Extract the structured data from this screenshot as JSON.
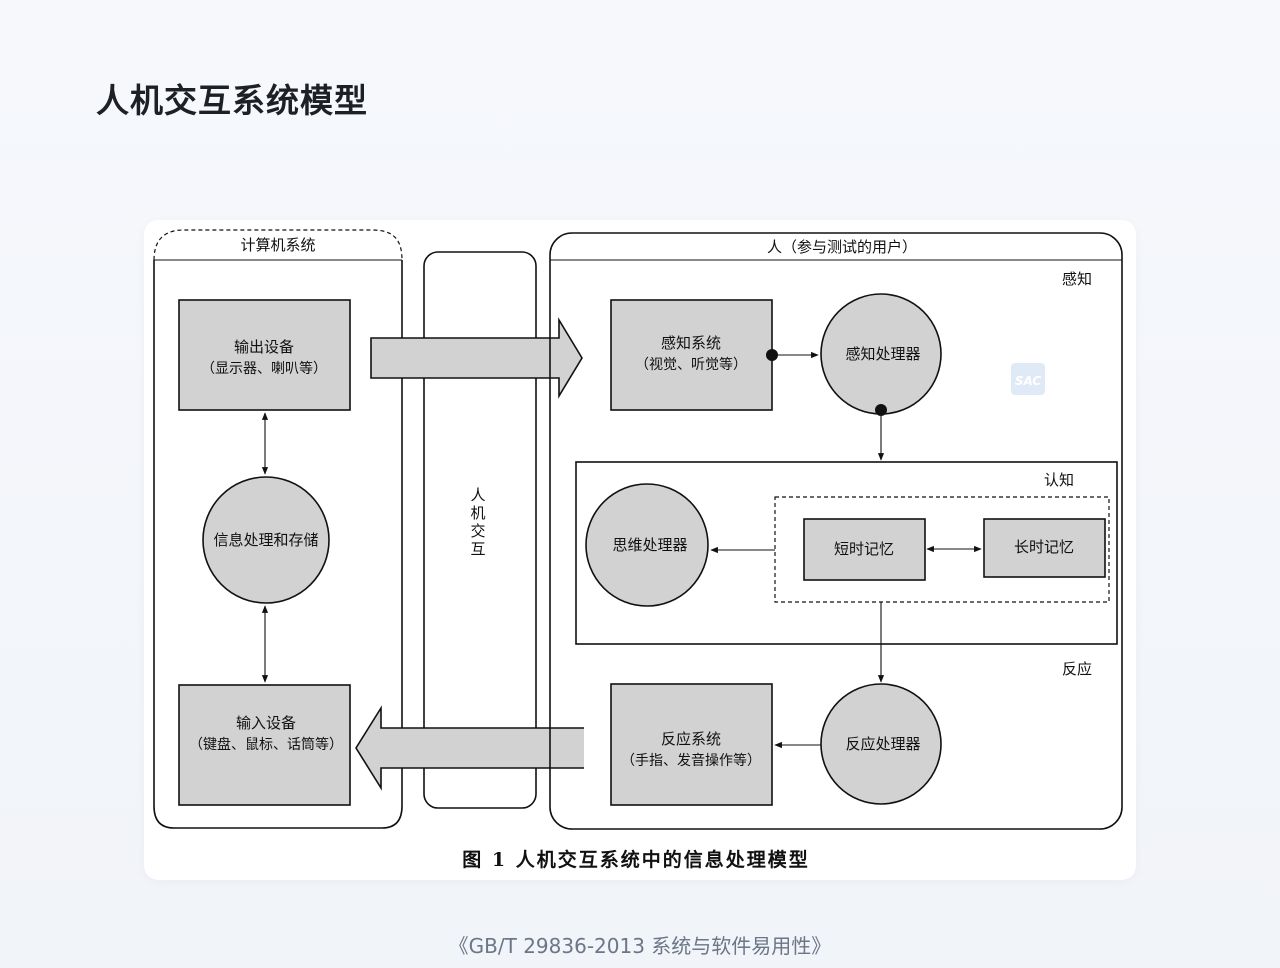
{
  "page": {
    "title": "人机交互系统模型",
    "source": "《GB/T 29836-2013 系统与软件易用性》"
  },
  "diagram": {
    "caption": "图 1 人机交互系统中的信息处理模型",
    "computer_system": {
      "label": "计算机系统",
      "output_device": {
        "title": "输出设备",
        "sub": "（显示器、喇叭等）"
      },
      "processing": "信息处理和存储",
      "input_device": {
        "title": "输入设备",
        "sub": "（键盘、鼠标、话筒等）"
      }
    },
    "interaction": {
      "chars": [
        "人",
        "机",
        "交",
        "互"
      ]
    },
    "human": {
      "label": "人（参与测试的用户）",
      "perception": {
        "label": "感知",
        "system": {
          "title": "感知系统",
          "sub": "（视觉、听觉等）"
        },
        "processor": "感知处理器"
      },
      "cognition": {
        "label": "认知",
        "thinking": "思维处理器",
        "short_memory": "短时记忆",
        "long_memory": "长时记忆"
      },
      "response": {
        "label": "反应",
        "system": {
          "title": "反应系统",
          "sub": "（手指、发音操作等）"
        },
        "processor": "反应处理器"
      }
    },
    "watermark": "SAC"
  },
  "colors": {
    "fill_gray": "#d2d2d2",
    "stroke": "#111111",
    "title": "#1d2024",
    "source": "#6c7686"
  }
}
